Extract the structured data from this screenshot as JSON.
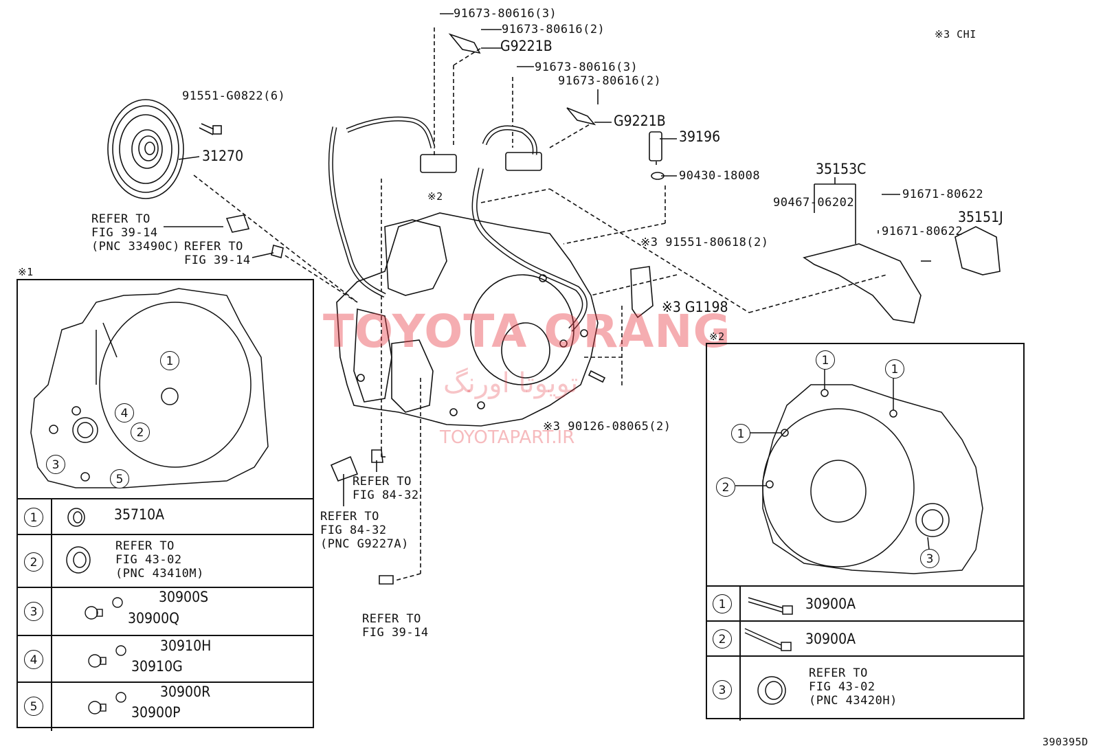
{
  "figure_code": "390395D",
  "legend": {
    "note_chi": "※3 CHI",
    "note_1": "※1",
    "note_2": "※2",
    "note_ref": "※2"
  },
  "watermark": {
    "title": "TOYOTA ORANG",
    "arabic": "تویوتا اورنگ",
    "site": "TOYOTAPART.IR"
  },
  "callouts": {
    "c1": "91673-80616(3)",
    "c2": "91673-80616(2)",
    "c3": "G9221B",
    "c4": "91673-80616(3)",
    "c5": "91673-80616(2)",
    "c6": "G9221B",
    "c7": "39196",
    "c8": "90430-18008",
    "c9": "91551-G0822(6)",
    "c10": "31270",
    "c11": "35153C",
    "c12": "90467-06202",
    "c13": "91671-80622",
    "c14": "91671-80622",
    "c15": "35151J",
    "c16": "※3 91551-80618(2)",
    "c17": "※3 G1198",
    "c18": "※3 90126-08065(2)"
  },
  "refs": {
    "r1": "REFER TO\nFIG 39-14\n(PNC 33490C)",
    "r2": "REFER TO\nFIG 39-14",
    "r3": "REFER TO\nFIG 84-32",
    "r4": "REFER TO\nFIG 84-32\n(PNC G9227A)",
    "r5": "REFER TO\nFIG 39-14"
  },
  "left_table": {
    "rows": [
      {
        "num": "1",
        "label": "35710A"
      },
      {
        "num": "2",
        "label": "REFER TO\nFIG 43-02\n(PNC 43410M)"
      },
      {
        "num": "3",
        "label_a": "30900S",
        "label_b": "30900Q"
      },
      {
        "num": "4",
        "label_a": "30910H",
        "label_b": "30910G"
      },
      {
        "num": "5",
        "label_a": "30900R",
        "label_b": "30900P"
      }
    ],
    "diagram_markers": [
      "1",
      "4",
      "2",
      "3",
      "5"
    ]
  },
  "right_table": {
    "rows": [
      {
        "num": "1",
        "label": "30900A"
      },
      {
        "num": "2",
        "label": "30900A"
      },
      {
        "num": "3",
        "label": "REFER TO\nFIG 43-02\n(PNC 43420H)"
      }
    ],
    "diagram_markers": [
      "1",
      "1",
      "1",
      "2",
      "3"
    ]
  }
}
